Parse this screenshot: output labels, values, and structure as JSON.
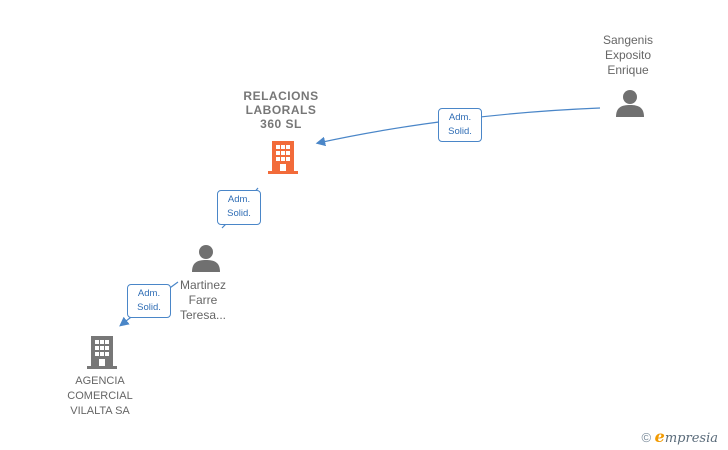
{
  "nodes": {
    "relacions": {
      "lines": [
        "RELACIONS",
        "LABORALS",
        "360  SL"
      ],
      "type": "company",
      "highlight": true
    },
    "sangenis": {
      "lines": [
        "Sangenis",
        "Exposito",
        "Enrique"
      ],
      "type": "person"
    },
    "martinez": {
      "lines": [
        "Martinez",
        "Farre",
        "Teresa..."
      ],
      "type": "person"
    },
    "agencia": {
      "lines": [
        "AGENCIA",
        "COMERCIAL",
        "VILALTA SA"
      ],
      "type": "company"
    }
  },
  "edges": [
    {
      "from": "sangenis",
      "to": "relacions",
      "label": [
        "Adm.",
        "Solid."
      ]
    },
    {
      "from": "martinez",
      "to": "relacions",
      "label": [
        "Adm.",
        "Solid."
      ]
    },
    {
      "from": "martinez",
      "to": "agencia",
      "label": [
        "Adm.",
        "Solid."
      ]
    }
  ],
  "colors": {
    "highlight_company": "#f26b3a",
    "company": "#777777",
    "person": "#707070",
    "edge": "#4a86c8"
  },
  "brand": {
    "symbol": "©",
    "first_letter": "e",
    "rest": "mpresia"
  }
}
